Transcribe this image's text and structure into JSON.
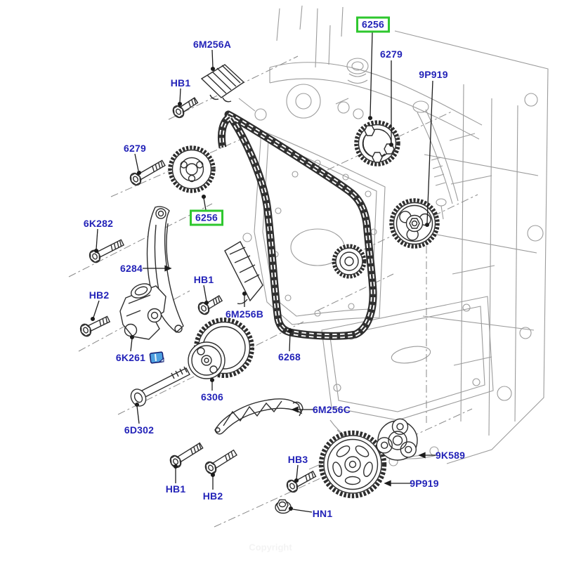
{
  "diagram": {
    "label_color": "#2323b8",
    "highlight_box_color": "#2ec72e",
    "foreground_line_color": "#2e2e2e",
    "background_line_color": "#9b9b9b",
    "watermark": "Copyright",
    "icons": [
      {
        "name": "note-icon",
        "color": "#4ea0e0"
      }
    ],
    "labels": [
      {
        "text": "6M256A",
        "highlighted": false
      },
      {
        "text": "HB1",
        "highlighted": false
      },
      {
        "text": "6279",
        "highlighted": false
      },
      {
        "text": "6256",
        "highlighted": true
      },
      {
        "text": "6K282",
        "highlighted": false
      },
      {
        "text": "6284",
        "highlighted": false
      },
      {
        "text": "HB2",
        "highlighted": false
      },
      {
        "text": "HB1",
        "highlighted": false
      },
      {
        "text": "6M256B",
        "highlighted": false
      },
      {
        "text": "6K261",
        "highlighted": false
      },
      {
        "text": "6D302",
        "highlighted": false
      },
      {
        "text": "6306",
        "highlighted": false
      },
      {
        "text": "6268",
        "highlighted": false
      },
      {
        "text": "6M256C",
        "highlighted": false
      },
      {
        "text": "HB1",
        "highlighted": false
      },
      {
        "text": "HB2",
        "highlighted": false
      },
      {
        "text": "HB3",
        "highlighted": false
      },
      {
        "text": "HN1",
        "highlighted": false
      },
      {
        "text": "9K589",
        "highlighted": false
      },
      {
        "text": "9P919",
        "highlighted": false
      },
      {
        "text": "6256",
        "highlighted": true
      },
      {
        "text": "6279",
        "highlighted": false
      },
      {
        "text": "9P919",
        "highlighted": false
      }
    ]
  }
}
